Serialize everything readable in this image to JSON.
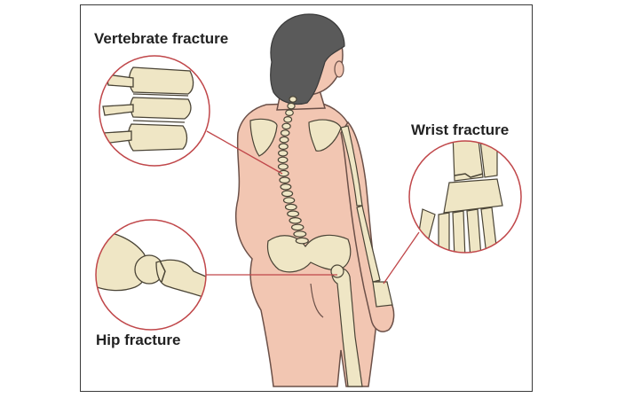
{
  "labels": {
    "vertebrate": "Vertebrate fracture",
    "wrist": "Wrist fracture",
    "hip": "Hip fracture"
  },
  "colors": {
    "skin": "#f2c6b2",
    "skin_stroke": "#6b5048",
    "hair": "#5a5a5a",
    "bone": "#efe6c5",
    "bone_stroke": "#4a4436",
    "callout_ring": "#c0474a",
    "leader_line": "#c0474a",
    "frame": "#3a3a3a"
  }
}
